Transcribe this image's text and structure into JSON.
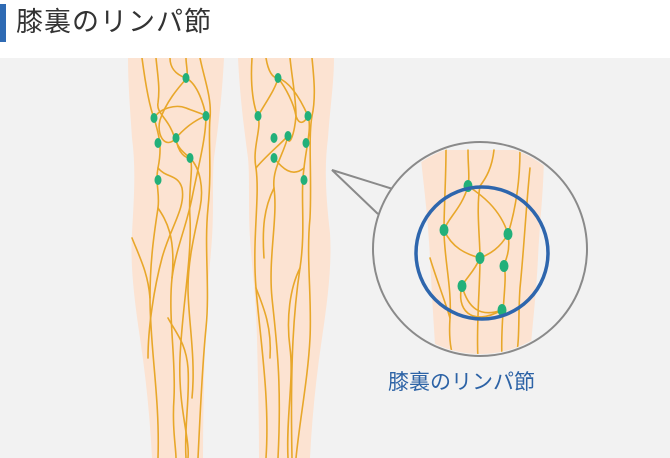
{
  "title": "膝裏のリンパ節",
  "zoom_label": "膝裏のリンパ節",
  "colors": {
    "background": "#f2f2f2",
    "skin": "#fce3d2",
    "lymph_vessel": "#e8a72a",
    "lymph_node": "#22b07a",
    "highlight_circle": "#2e66ad",
    "magnifier_outline": "#8a8a8a",
    "title_accent": "#2f6bb4",
    "caption_text": "#2d63a6"
  },
  "icons": {
    "lymph_node": "green-oval-node",
    "magnifier": "callout-circle"
  }
}
